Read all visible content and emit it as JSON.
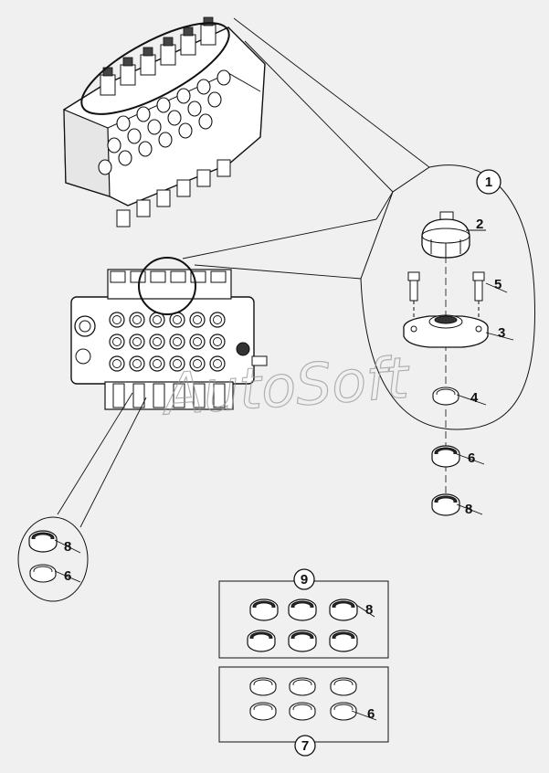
{
  "watermark": "AutoSoft",
  "callouts": {
    "c1": "1",
    "c2": "2",
    "c3": "3",
    "c4": "4",
    "c5": "5",
    "c6a": "6",
    "c6b": "6",
    "c6c": "6",
    "c7": "7",
    "c8a": "8",
    "c8b": "8",
    "c8c": "8",
    "c9": "9"
  },
  "colors": {
    "line": "#1a1a1a",
    "background": "#f0f0f0",
    "fill": "#ffffff",
    "shade": "#d9d9d9"
  }
}
